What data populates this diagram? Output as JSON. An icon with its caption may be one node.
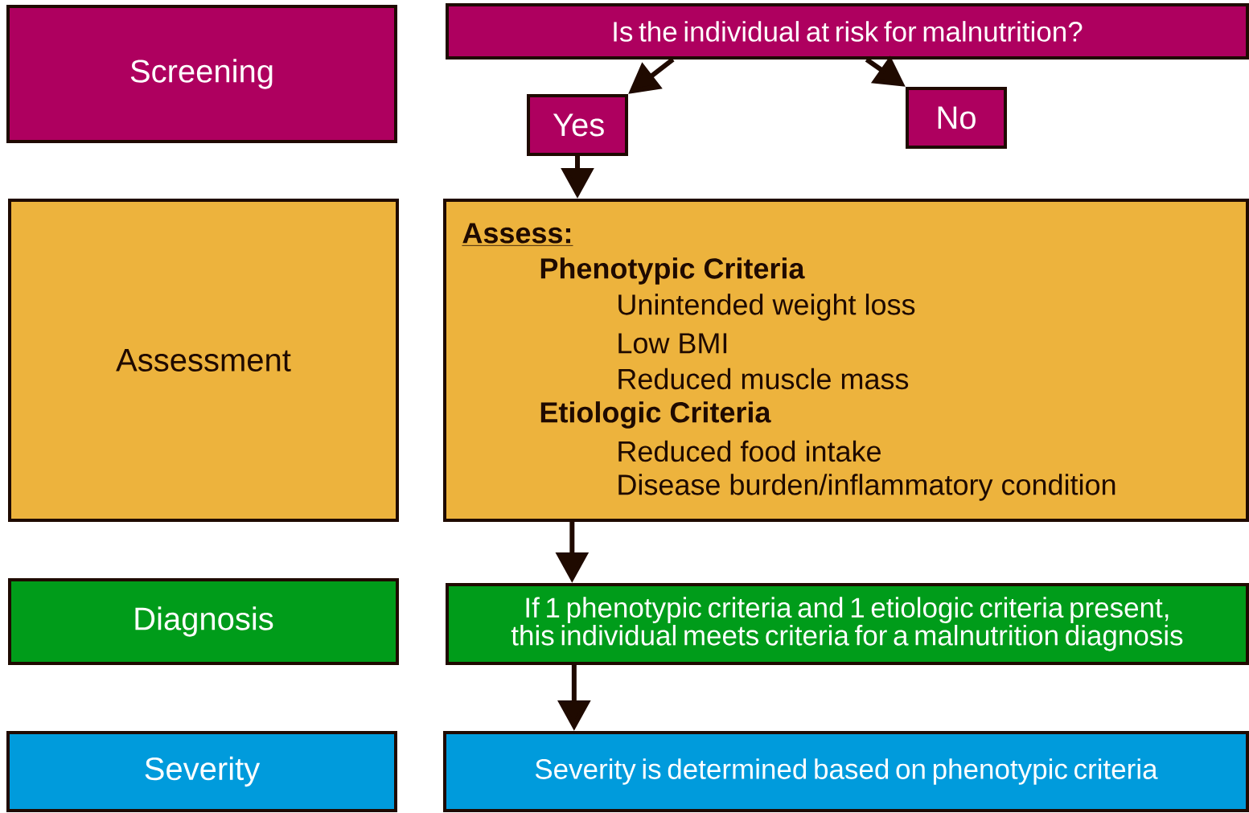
{
  "diagram": {
    "nodes": [
      {
        "text": [
          "Screening"
        ]
      },
      {
        "text": [
          "Is the individual at risk for malnutrition?"
        ]
      },
      {
        "text": [
          "Yes"
        ]
      },
      {
        "text": [
          "No"
        ]
      },
      {
        "text": [
          "Assessment"
        ]
      },
      {
        "text": [
          "Assess:",
          "Phenotypic Criteria",
          "Unintended weight loss",
          "Low BMI",
          "Reduced muscle mass",
          "Etiologic Criteria",
          "Reduced food intake",
          "Disease burden/inflammatory condition"
        ]
      },
      {
        "text": [
          "Diagnosis"
        ]
      },
      {
        "text": [
          "If 1 phenotypic criteria and 1 etiologic criteria present, this individual meets criteria for a malnutrition diagnosis"
        ]
      },
      {
        "text": [
          "Severity"
        ]
      },
      {
        "text": [
          "Severity is determined based on phenotypic criteria"
        ]
      }
    ],
    "edges": [
      {
        "from": 1,
        "to": 2,
        "arrow": "to"
      },
      {
        "from": 1,
        "to": 3,
        "arrow": "to"
      },
      {
        "from": 2,
        "to": 5,
        "arrow": "to"
      },
      {
        "from": 5,
        "to": 7,
        "arrow": "to"
      },
      {
        "from": 7,
        "to": 9,
        "arrow": "to"
      }
    ]
  }
}
